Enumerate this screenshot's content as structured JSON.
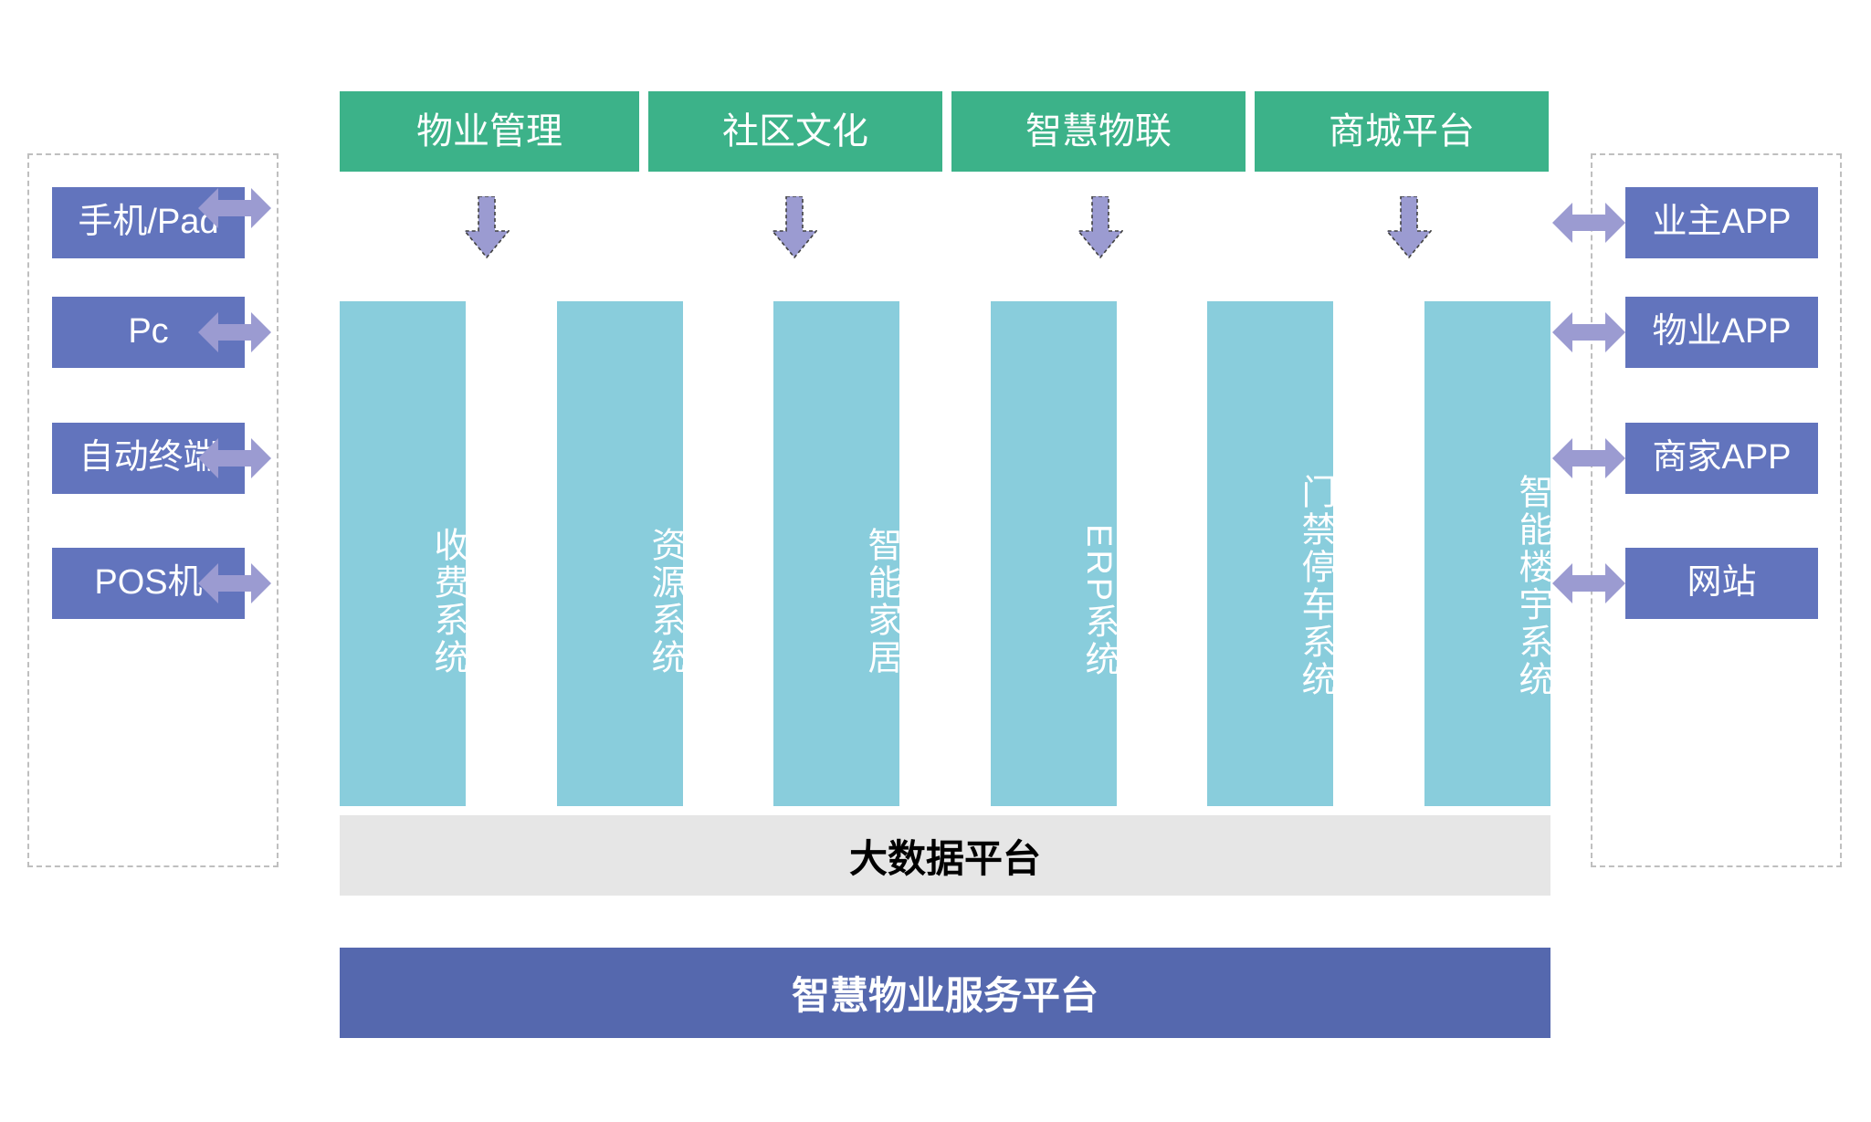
{
  "diagram": {
    "title_text_present": false,
    "colors": {
      "endpoint_blue": "#6274bd",
      "channel_green": "#3cb289",
      "pillar_teal": "#89cddc",
      "arrow_purple": "#9b9bd1",
      "bigdata_gray": "#e6e6e6",
      "platform_blue": "#5568ae",
      "group_border_gray": "#bfbfbf",
      "text_white": "#ffffff",
      "text_black": "#000000"
    },
    "left_group": {
      "name": "terminal-devices-group",
      "items": [
        {
          "label": "手机/Pad"
        },
        {
          "label": "Pc"
        },
        {
          "label": "自动终端"
        },
        {
          "label": "POS机"
        }
      ]
    },
    "top_channels": [
      {
        "label": "物业管理"
      },
      {
        "label": "社区文化"
      },
      {
        "label": "智慧物联"
      },
      {
        "label": "商城平台"
      }
    ],
    "pillars": [
      {
        "label": "收费系统"
      },
      {
        "label": "资源系统"
      },
      {
        "label": "智能家居"
      },
      {
        "label": "ERP系统"
      },
      {
        "label": "门禁停车系统"
      },
      {
        "label": "智能楼宇系统"
      }
    ],
    "right_group": {
      "name": "client-apps-group",
      "items": [
        {
          "label": "业主APP"
        },
        {
          "label": "物业APP"
        },
        {
          "label": "商家APP"
        },
        {
          "label": "网站"
        }
      ]
    },
    "bigdata_bar": {
      "label": "大数据平台"
    },
    "platform_bar": {
      "label": "智慧物业服务平台"
    },
    "icons": {
      "down_arrow": "arrow-down-icon",
      "bidirectional_arrow": "arrow-left-right-icon"
    }
  }
}
